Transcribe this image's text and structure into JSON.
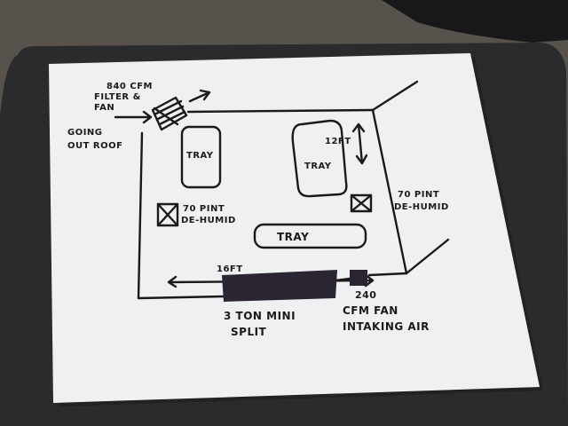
{
  "photo": {
    "subject": "hand-drawn grow room layout sketch on paper",
    "colors": {
      "countertop": "#57524c",
      "mat": "#2b2b2d",
      "paper": "#f1f2f4",
      "ink": "#1a1a1a"
    }
  },
  "sketch": {
    "fan_filter_label": [
      "840 CFM",
      "FILTER &",
      "FAN"
    ],
    "roof_exhaust_label": [
      "GOING",
      "OUT ROOF"
    ],
    "trays": [
      "TRAY",
      "TRAY",
      "TRAY"
    ],
    "dehumidifier_left": [
      "70 PINT",
      "DE-HUMID"
    ],
    "dehumidifier_right": [
      "70 PINT",
      "DE-HUMID"
    ],
    "width_dimension": "16FT",
    "depth_dimension": "12FT",
    "ac_unit_label": [
      "3 TON MINI",
      "SPLIT"
    ],
    "intake_fan_label": [
      "240",
      "CFM FAN",
      "INTAKING AIR"
    ]
  }
}
